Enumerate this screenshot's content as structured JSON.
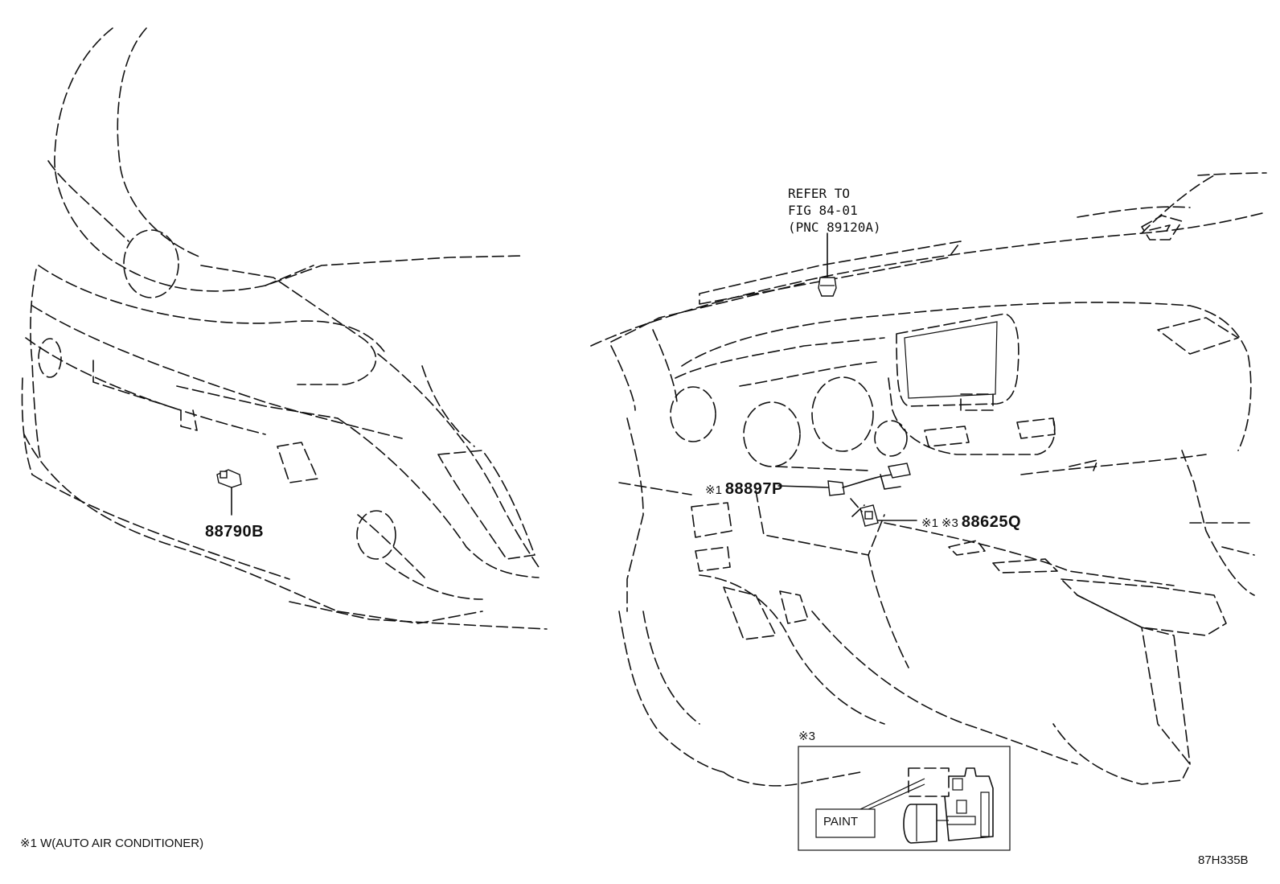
{
  "refer_note": {
    "line1": "REFER TO",
    "line2": "FIG 84-01",
    "line3": "(PNC 89120A)"
  },
  "callouts": {
    "sensor_front": {
      "part_no": "88790B"
    },
    "sensor_cabin": {
      "mark": "※1",
      "part_no": "88897P"
    },
    "switch": {
      "mark1": "※1",
      "mark2": "※3",
      "part_no": "88625Q"
    }
  },
  "detail_box": {
    "mark": "※3",
    "paint_label": "PAINT"
  },
  "footnote": "※1 W(AUTO AIR CONDITIONER)",
  "figure_code": "87H335B"
}
